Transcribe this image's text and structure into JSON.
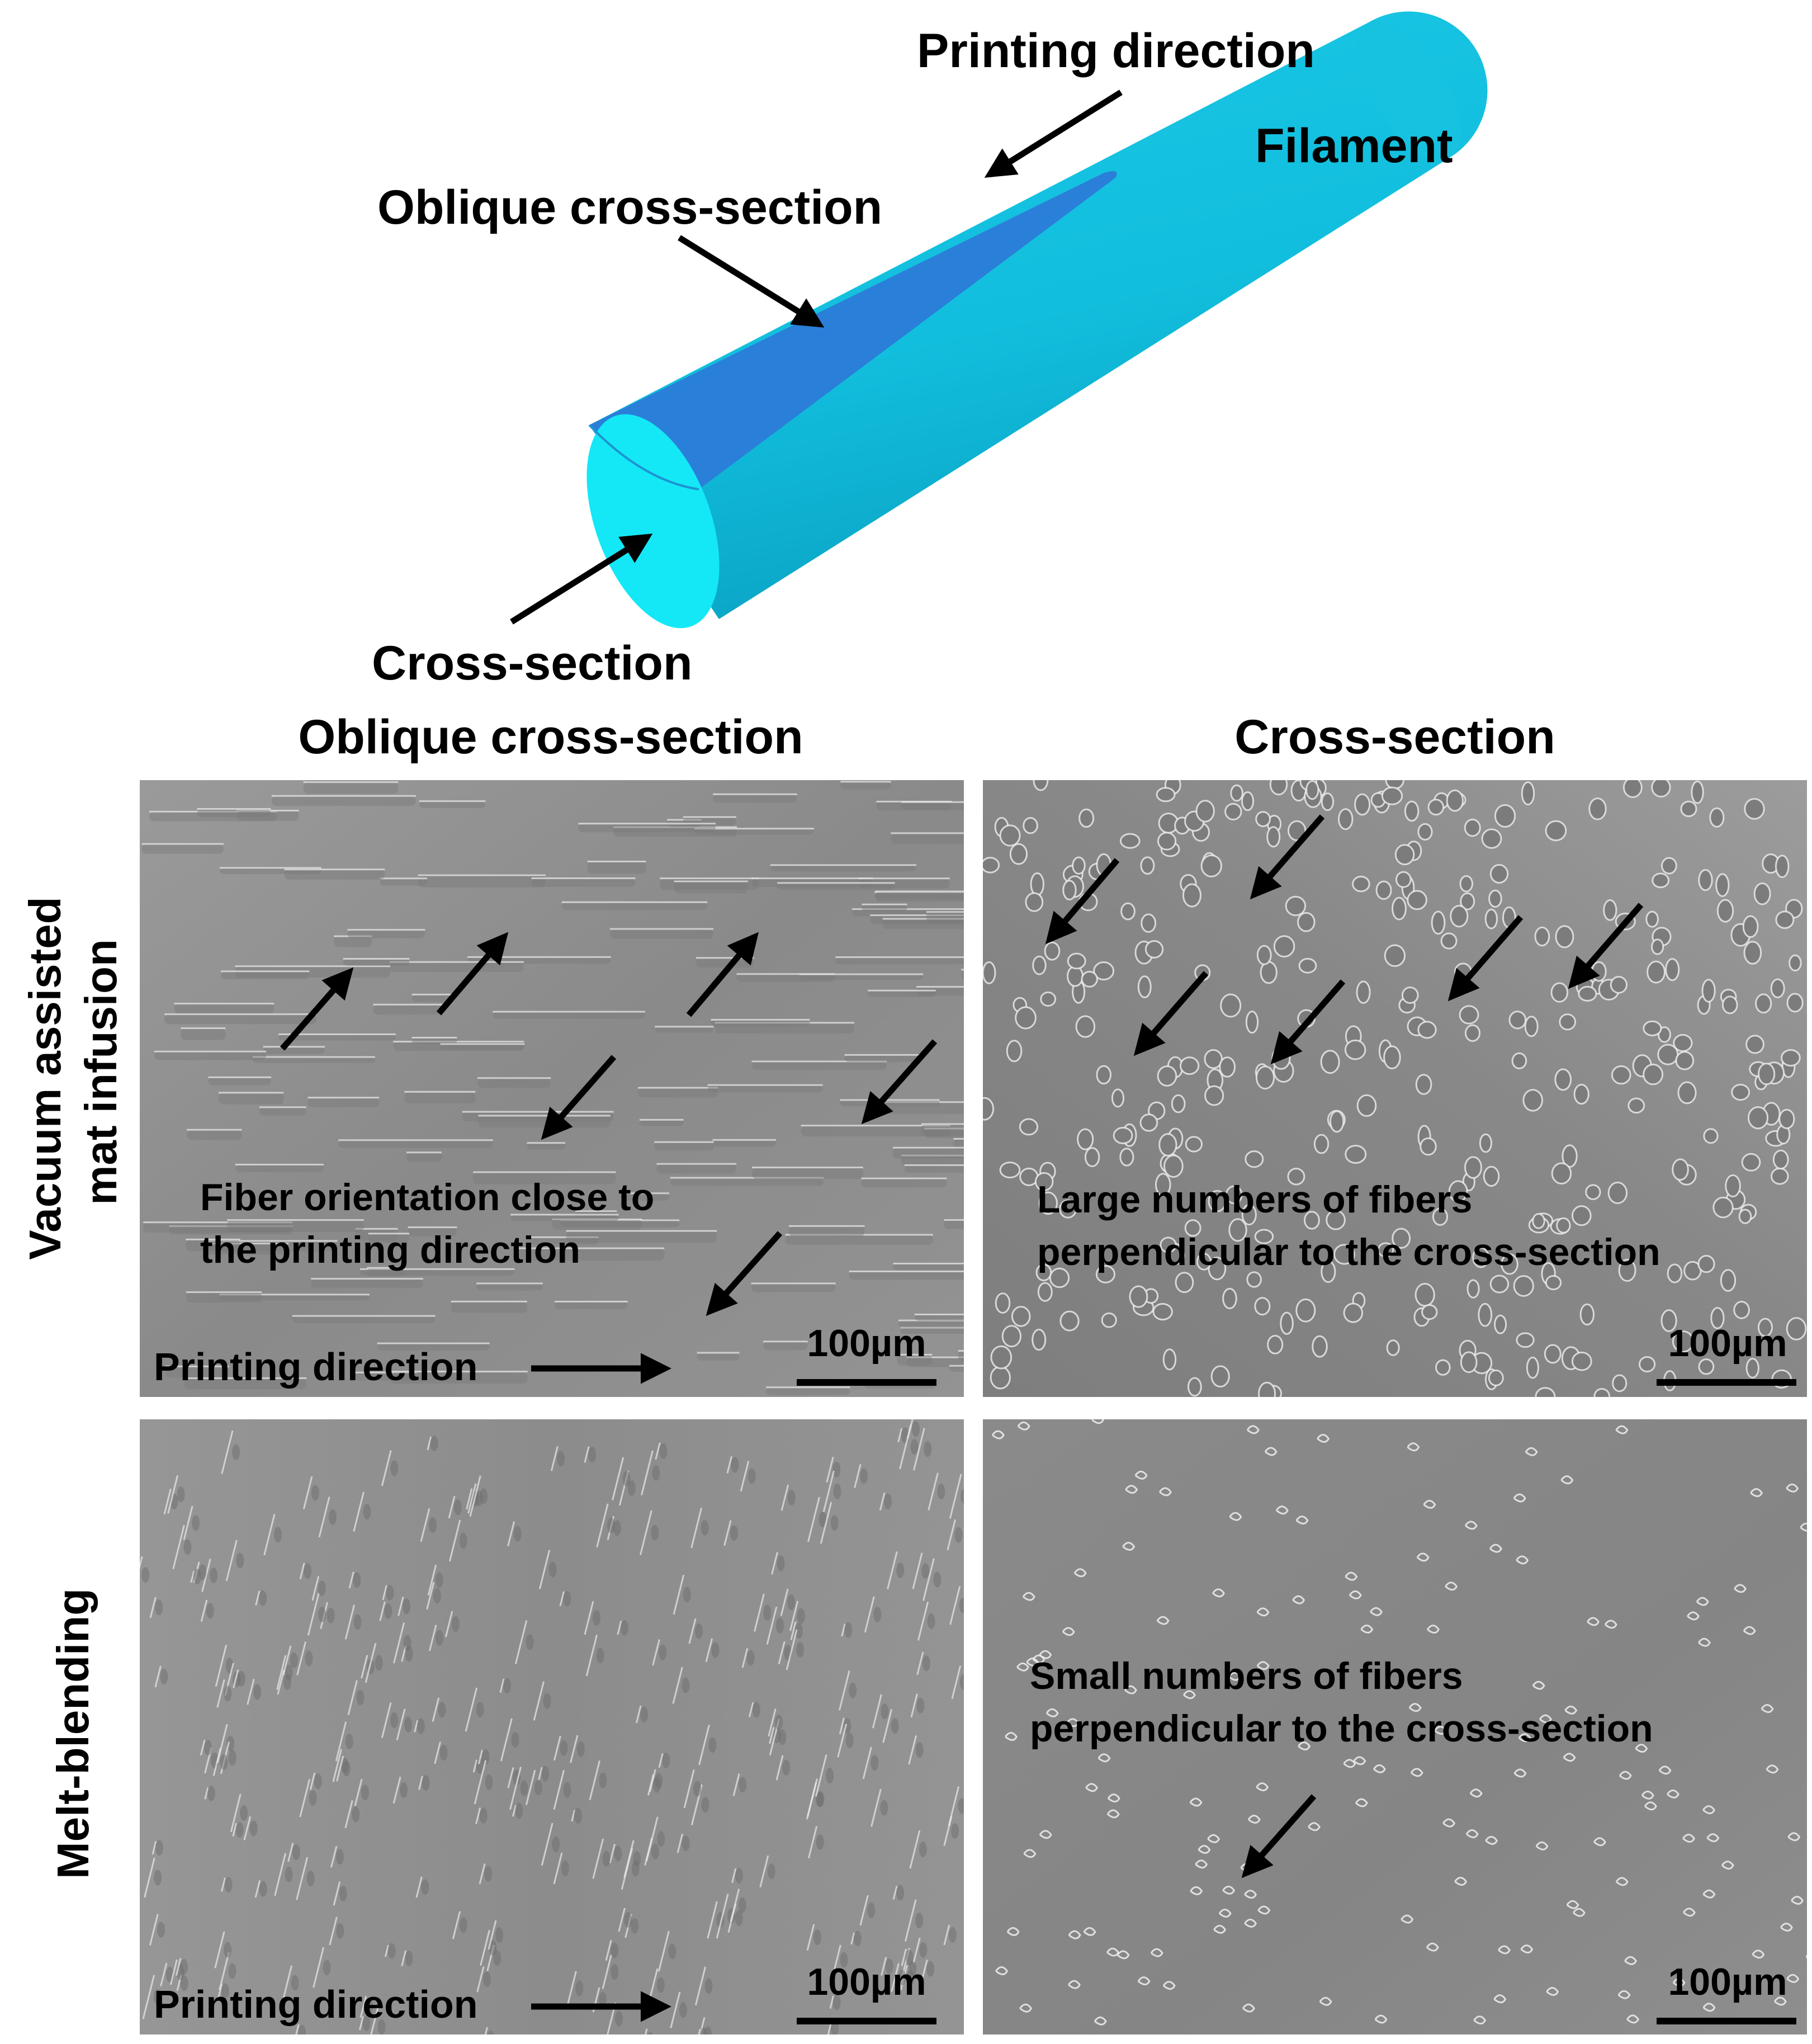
{
  "diagram": {
    "labels": {
      "printing_direction": "Printing direction",
      "filament": "Filament",
      "oblique_cross_section": "Oblique cross-section",
      "cross_section": "Cross-section"
    }
  },
  "grid": {
    "column_headers": [
      "Oblique cross-section",
      "Cross-section"
    ],
    "row_headers": [
      [
        "Vacuum assisted",
        "mat infusion"
      ],
      [
        "Melt-blending"
      ]
    ],
    "panels": {
      "a": {
        "annotation": [
          "Fiber orientation close to",
          "the printing direction"
        ],
        "direction_label": "Printing direction",
        "scale_bar": "100µm"
      },
      "b": {
        "annotation": [
          "Large numbers of fibers",
          "perpendicular to the cross-section"
        ],
        "scale_bar": "100µm"
      },
      "c": {
        "direction_label": "Printing direction",
        "scale_bar": "100µm"
      },
      "d": {
        "annotation": [
          "Small numbers of fibers",
          "perpendicular to the cross-section"
        ],
        "scale_bar": "100µm"
      }
    }
  },
  "colors": {
    "filament_body": "#12BEDD",
    "filament_dark": "#0EA8C9",
    "oblique_face": "#2A7FD8",
    "cross_section_face": "#14E8F6",
    "sem_gray": "#8E8E8E"
  }
}
